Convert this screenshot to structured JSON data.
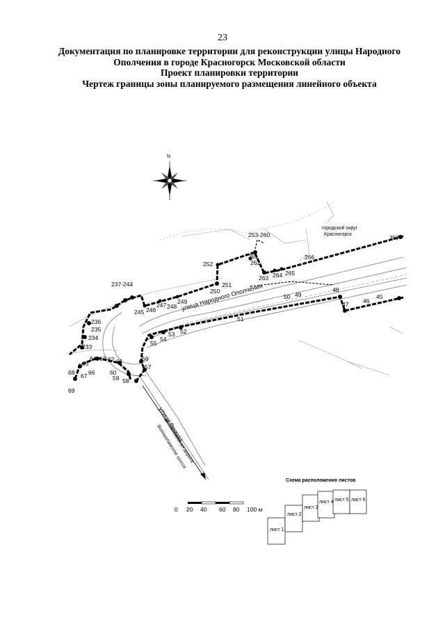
{
  "page_number": "23",
  "heading": {
    "line1": "Документация по планировке территории для реконструкции улицы Народного",
    "line2": "Ополчения в городе Красногорск Московской области",
    "line3": "Проект планировки территории",
    "line4": "Чертеж границы зоны планируемого размещения линейного объекта"
  },
  "compass": {
    "north_label": "N"
  },
  "map": {
    "district_label_1": "городской округ",
    "district_label_2": "Красногорск",
    "street_main": "улица Народного Ополчения",
    "street_side": "улица Речная",
    "road_line1": "автомобильная дорога",
    "road_line2": "Волоколамское шоссе",
    "points": {
      "p253_260": "253-260",
      "p267": "267",
      "p261": "261",
      "p262": "262",
      "p263": "263",
      "p264": "264",
      "p265": "265",
      "p266": "266",
      "p252": "252",
      "p251": "251",
      "p250": "250",
      "p249": "249",
      "p248": "248",
      "p247": "247",
      "p246": "246",
      "p245": "245",
      "p237_244": "237-244",
      "p236": "236",
      "p235": "235",
      "p234": "234",
      "p233": "233",
      "p48": "48",
      "p47": "47",
      "p46": "46",
      "p45": "45",
      "p50": "50",
      "p49": "49",
      "p51": "51",
      "p52": "52",
      "p53": "53",
      "p54": "54",
      "p55": "55",
      "p56": "56",
      "p57": "57",
      "p58": "58",
      "p59": "59",
      "p60": "60",
      "p61": "61",
      "p62": "62",
      "p63": "63",
      "p64": "64",
      "p65": "65",
      "p66": "66",
      "p67": "67",
      "p68": "68",
      "p69": "69"
    }
  },
  "scale_bar": {
    "labels": [
      "0",
      "20",
      "40",
      "60",
      "80",
      "100 м"
    ]
  },
  "sheet_layout": {
    "title": "Схема расположения листов",
    "sheets": [
      "лист 1",
      "лист 2",
      "лист 3",
      "лист 4",
      "лист 5",
      "лист 6"
    ]
  }
}
